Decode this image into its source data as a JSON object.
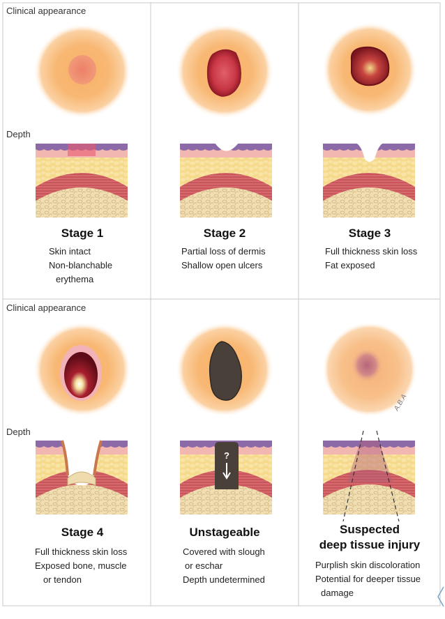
{
  "labels": {
    "clinical": "Clinical appearance",
    "depth": "Depth",
    "signature": "A.B.A"
  },
  "stages": [
    {
      "title": "Stage 1",
      "lines": [
        "Skin intact",
        "Non-blanchable",
        "erythema"
      ]
    },
    {
      "title": "Stage 2",
      "lines": [
        "Partial loss of dermis",
        "Shallow open ulcers"
      ]
    },
    {
      "title": "Stage 3",
      "lines": [
        "Full thickness skin loss",
        "Fat exposed"
      ]
    },
    {
      "title": "Stage 4",
      "lines": [
        "Full thickness skin loss",
        "Exposed bone, muscle",
        "or tendon"
      ]
    },
    {
      "title": "Unstageable",
      "lines": [
        "Covered with slough",
        "or eschar",
        "Depth undetermined"
      ]
    },
    {
      "title_lines": [
        "Suspected",
        "deep tissue injury"
      ],
      "lines": [
        "Purplish skin discoloration",
        "Potential for deeper tissue",
        "damage"
      ]
    }
  ],
  "unstageable_mark": "?",
  "colors": {
    "skin_glow": "#f7b574",
    "epidermis_purple": "#8c6aa8",
    "dermis_pink": "#f3b6b0",
    "fat_yellow": "#f6dc8f",
    "muscle_red": "#c9555a",
    "bone_cream": "#efdcae",
    "eschar": "#4a403a"
  }
}
